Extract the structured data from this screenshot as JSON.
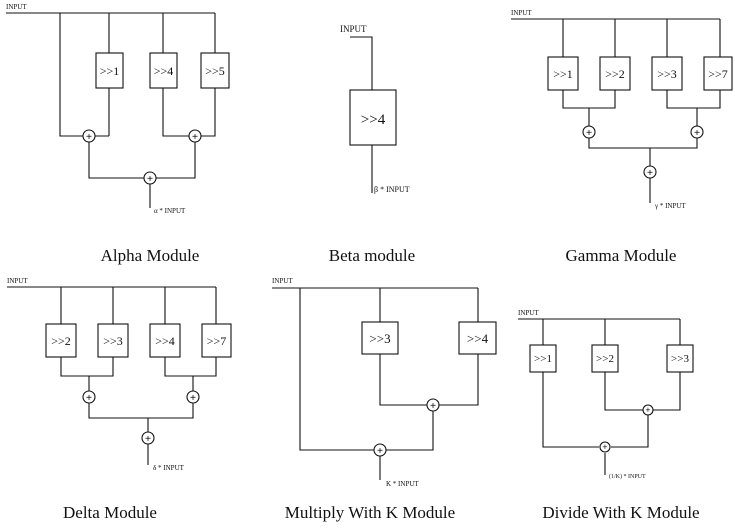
{
  "modules": [
    {
      "id": "alpha",
      "caption": "Alpha Module",
      "input_label": "INPUT",
      "shifts": [
        ">>1",
        ">>4",
        ">>5"
      ],
      "output_label": "α * INPUT"
    },
    {
      "id": "beta",
      "caption": "Beta module",
      "input_label": "INPUT",
      "shifts": [
        ">>4"
      ],
      "output_label": "β * INPUT"
    },
    {
      "id": "gamma",
      "caption": "Gamma Module",
      "input_label": "INPUT",
      "shifts": [
        ">>1",
        ">>2",
        ">>3",
        ">>7"
      ],
      "output_label": "γ * INPUT"
    },
    {
      "id": "delta",
      "caption": "Delta Module",
      "input_label": "INPUT",
      "shifts": [
        ">>2",
        ">>3",
        ">>4",
        ">>7"
      ],
      "output_label": "δ * INPUT"
    },
    {
      "id": "multiply-k",
      "caption": "Multiply With K Module",
      "input_label": "INPUT",
      "shifts": [
        ">>3",
        ">>4"
      ],
      "output_label": "K * INPUT"
    },
    {
      "id": "divide-k",
      "caption": "Divide With K Module",
      "input_label": "INPUT",
      "shifts": [
        ">>1",
        ">>2",
        ">>3"
      ],
      "output_label": "(1/K) * INPUT"
    }
  ],
  "adder_symbol": "+"
}
